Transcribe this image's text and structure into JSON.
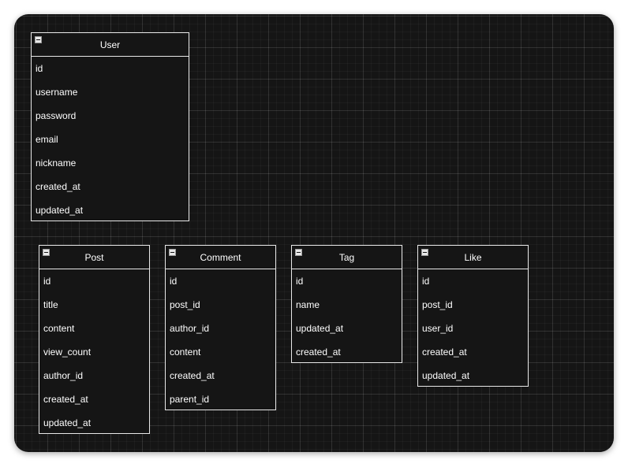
{
  "colors": {
    "canvas_background": "#151515",
    "grid_major": "#3a3a3a",
    "entity_border": "#e8e8e8",
    "text": "#ffffff"
  },
  "entities": [
    {
      "title": "User",
      "icon": "collapse-icon",
      "fields": [
        "id",
        "username",
        "password",
        "email",
        "nickname",
        "created_at",
        "updated_at"
      ]
    },
    {
      "title": "Post",
      "icon": "collapse-icon",
      "fields": [
        "id",
        "title",
        "content",
        "view_count",
        "author_id",
        "created_at",
        "updated_at"
      ]
    },
    {
      "title": "Comment",
      "icon": "collapse-icon",
      "fields": [
        "id",
        "post_id",
        "author_id",
        "content",
        "created_at",
        "parent_id"
      ]
    },
    {
      "title": "Tag",
      "icon": "collapse-icon",
      "fields": [
        "id",
        "name",
        "updated_at",
        "created_at"
      ]
    },
    {
      "title": "Like",
      "icon": "collapse-icon",
      "fields": [
        "id",
        "post_id",
        "user_id",
        "created_at",
        "updated_at"
      ]
    }
  ]
}
